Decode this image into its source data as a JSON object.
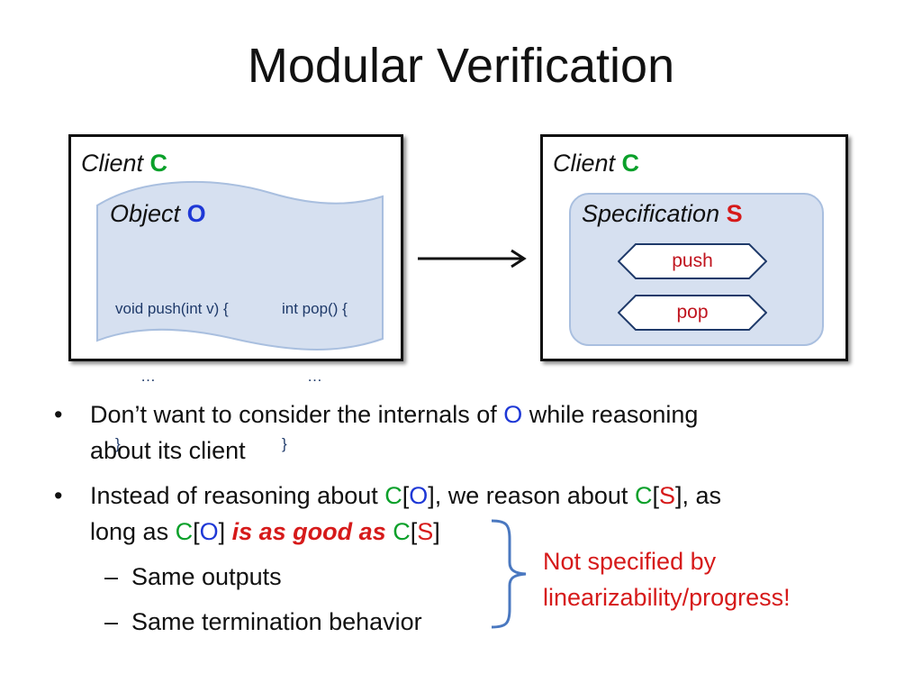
{
  "slide": {
    "title": "Modular Verification"
  },
  "left_box": {
    "client_word": "Client",
    "client_letter": "C",
    "object_word": "Object",
    "object_letter": "O",
    "code": {
      "push_line1": "void push(int v) {",
      "push_line2": "…",
      "push_line3": "}",
      "pop_line1": "int pop() {",
      "pop_line2": "…",
      "pop_line3": "}"
    }
  },
  "right_box": {
    "client_word": "Client",
    "client_letter": "C",
    "spec_word": "Specification",
    "spec_letter": "S",
    "ops": [
      "push",
      "pop"
    ]
  },
  "bullets": {
    "b1_part1": "Don’t want to consider the internals of ",
    "b1_O": "O",
    "b1_part2": " while reasoning",
    "b1_line2": "about its client",
    "b2_part1": "Instead of reasoning about ",
    "b2_C1": "C",
    "b2_lb1": "[",
    "b2_O1": "O",
    "b2_rb1": "], we reason about ",
    "b2_C2": "C",
    "b2_lb2": "[",
    "b2_S1": "S",
    "b2_rb2": "], as",
    "b2_line2_part1": "long as ",
    "b2_C3": "C",
    "b2_lb3": "[",
    "b2_O2": "O",
    "b2_rb3": "] ",
    "b2_emph": "is as good as",
    "b2_space": " ",
    "b2_C4": "C",
    "b2_lb4": "[",
    "b2_S2": "S",
    "b2_rb4": "]",
    "dash": "–",
    "sub1": "Same outputs",
    "sub2": "Same termination behavior",
    "bullet_char": "•"
  },
  "note": {
    "line1": "Not specified by",
    "line2": "linearizability/progress!"
  },
  "colors": {
    "green": "#0aa02a",
    "blue": "#1e38d6",
    "red": "#d61a1a",
    "panel_fill": "#d6e0f0",
    "panel_stroke": "#a9bfdf",
    "brace": "#4a78c0"
  },
  "icons": {
    "arrow": "right-arrow-icon",
    "brace": "right-curly-brace-icon"
  }
}
